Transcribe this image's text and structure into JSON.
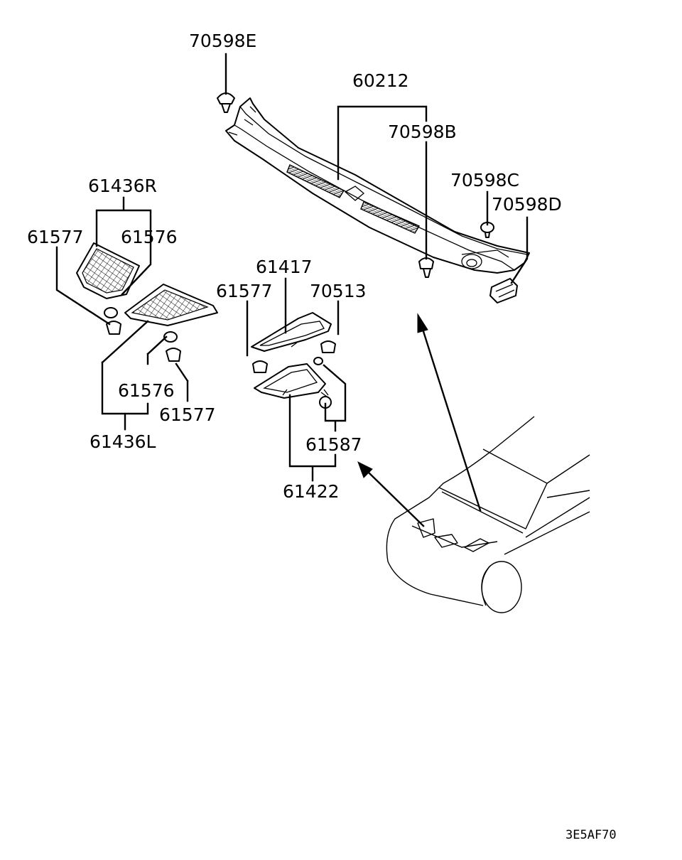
{
  "parts": {
    "p_70598E": "70598E",
    "p_60212": "60212",
    "p_70598B": "70598B",
    "p_70598C": "70598C",
    "p_70598D": "70598D",
    "p_61436R": "61436R",
    "p_61577_a": "61577",
    "p_61576_a": "61576",
    "p_61417": "61417",
    "p_61577_b": "61577",
    "p_70513": "70513",
    "p_61576_b": "61576",
    "p_61577_c": "61577",
    "p_61436L": "61436L",
    "p_61587": "61587",
    "p_61422": "61422"
  },
  "diagram_code": "3E5AF70"
}
